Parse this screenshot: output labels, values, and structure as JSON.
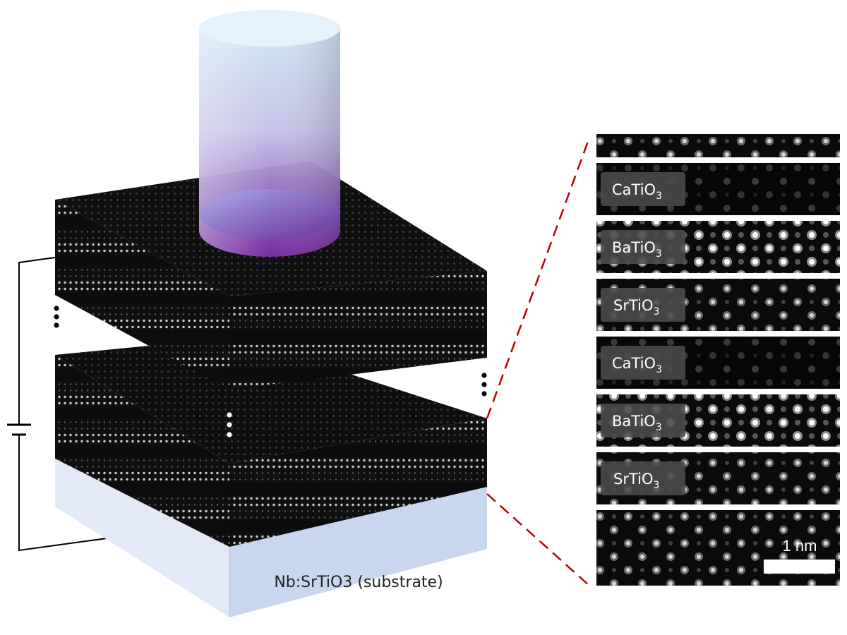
{
  "substrate": {
    "label": "Nb:SrTiO3 (substrate)"
  },
  "stem": {
    "layers": [
      {
        "formula": "CaTiO",
        "subscript": "3"
      },
      {
        "formula": "BaTiO",
        "subscript": "3"
      },
      {
        "formula": "SrTiO",
        "subscript": "3"
      },
      {
        "formula": "CaTiO",
        "subscript": "3"
      },
      {
        "formula": "BaTiO",
        "subscript": "3"
      },
      {
        "formula": "SrTiO",
        "subscript": "3"
      }
    ],
    "scale_bar_label": "1 nm"
  },
  "colors": {
    "substrate": "#c8d6ef",
    "electrode_top": "#cfe3f4",
    "electrode_bottom": "#7a2ea8",
    "callout": "#c00000"
  }
}
